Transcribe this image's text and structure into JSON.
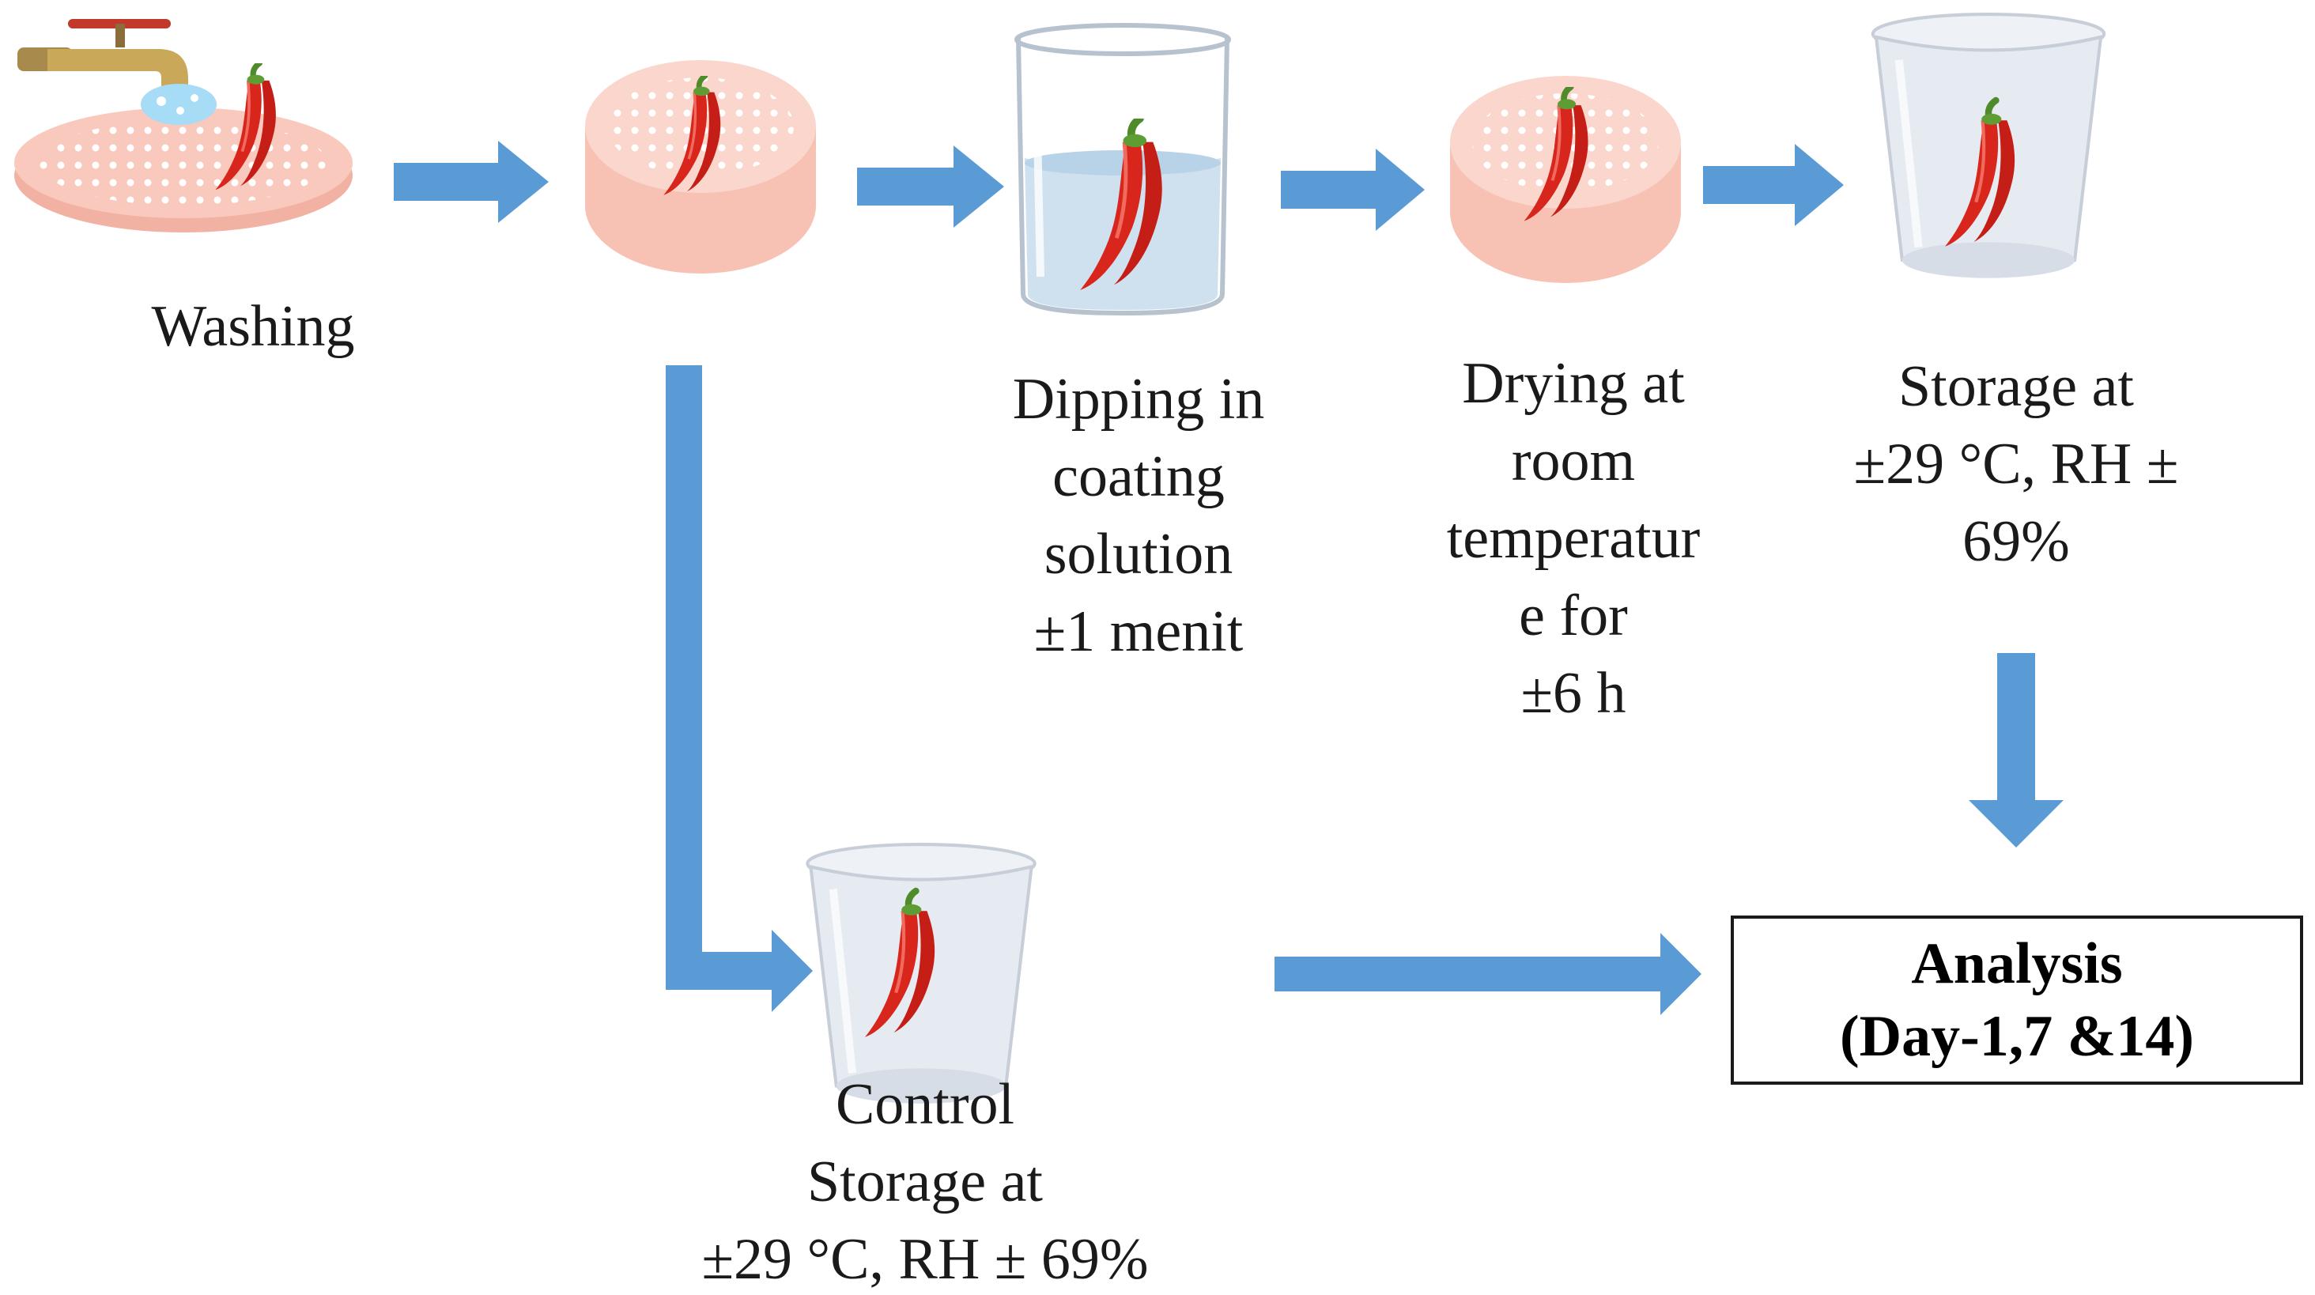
{
  "colors": {
    "arrow": "#5b9bd5",
    "tray": "#f9c9bd",
    "chili": "#d9261c",
    "container": "#e6ebf1",
    "water": "#cfe1ef",
    "text": "#1a1a1a"
  },
  "steps": {
    "washing": {
      "lines": [
        "Washing"
      ]
    },
    "dipping": {
      "lines": [
        "Dipping in",
        "coating",
        "solution",
        "±1 menit"
      ]
    },
    "drying": {
      "lines": [
        "Drying at",
        "room",
        "temperatur",
        "e for",
        "±6 h"
      ]
    },
    "storage": {
      "lines": [
        "Storage at",
        "±29 °C, RH ±",
        "69%"
      ]
    },
    "control": {
      "lines": [
        "Control",
        "Storage at",
        "±29 °C, RH ± 69%"
      ]
    }
  },
  "analysis": {
    "lines": [
      "Analysis",
      "(Day-1,7 &14)"
    ]
  },
  "icons": {
    "faucet": "faucet-icon",
    "tray": "perforated-tray-icon",
    "beaker": "beaker-icon",
    "cup": "plastic-cup-icon",
    "chili": "chili-pepper-icon"
  }
}
